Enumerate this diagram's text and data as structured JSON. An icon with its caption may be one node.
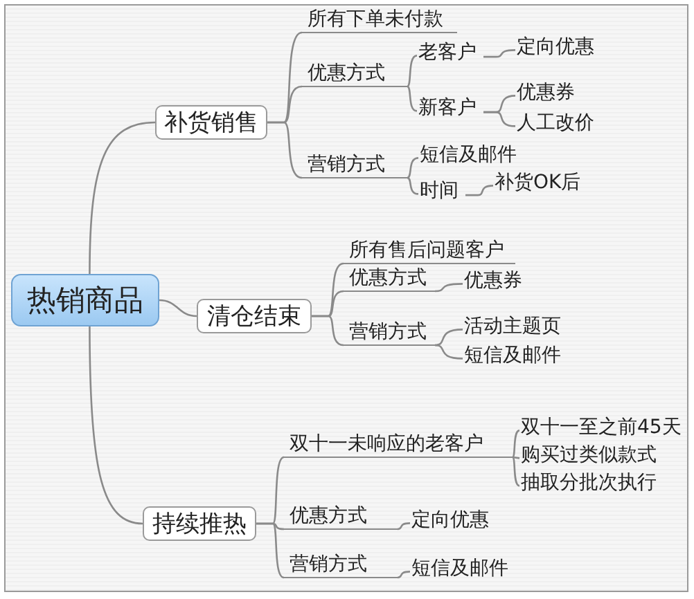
{
  "diagram": {
    "nodes": [
      {
        "text": [
          "热销商品"
        ]
      },
      {
        "text": [
          "补货销售"
        ]
      },
      {
        "text": [
          "所有下单未付款"
        ]
      },
      {
        "text": [
          "优惠方式"
        ]
      },
      {
        "text": [
          "老客户"
        ]
      },
      {
        "text": [
          "定向优惠"
        ]
      },
      {
        "text": [
          "新客户"
        ]
      },
      {
        "text": [
          "优惠券"
        ]
      },
      {
        "text": [
          "人工改价"
        ]
      },
      {
        "text": [
          "营销方式"
        ]
      },
      {
        "text": [
          "短信及邮件"
        ]
      },
      {
        "text": [
          "时间"
        ]
      },
      {
        "text": [
          "补货OK后"
        ]
      },
      {
        "text": [
          "清仓结束"
        ]
      },
      {
        "text": [
          "所有售后问题客户"
        ]
      },
      {
        "text": [
          "优惠方式"
        ]
      },
      {
        "text": [
          "优惠券"
        ]
      },
      {
        "text": [
          "营销方式"
        ]
      },
      {
        "text": [
          "活动主题页"
        ]
      },
      {
        "text": [
          "短信及邮件"
        ]
      },
      {
        "text": [
          "持续推热"
        ]
      },
      {
        "text": [
          "双十一未响应的老客户"
        ]
      },
      {
        "text": [
          "双十一至之前45天"
        ]
      },
      {
        "text": [
          "购买过类似款式"
        ]
      },
      {
        "text": [
          "抽取分批次执行"
        ]
      },
      {
        "text": [
          "优惠方式"
        ]
      },
      {
        "text": [
          "定向优惠"
        ]
      },
      {
        "text": [
          "营销方式"
        ]
      },
      {
        "text": [
          "短信及邮件"
        ]
      }
    ],
    "edges": [
      {
        "from": 0,
        "to": 1,
        "arrow": "none"
      },
      {
        "from": 0,
        "to": 13,
        "arrow": "none"
      },
      {
        "from": 0,
        "to": 20,
        "arrow": "none"
      },
      {
        "from": 1,
        "to": 2,
        "arrow": "none"
      },
      {
        "from": 1,
        "to": 3,
        "arrow": "none"
      },
      {
        "from": 1,
        "to": 9,
        "arrow": "none"
      },
      {
        "from": 3,
        "to": 4,
        "arrow": "none"
      },
      {
        "from": 3,
        "to": 6,
        "arrow": "none"
      },
      {
        "from": 4,
        "to": 5,
        "arrow": "none"
      },
      {
        "from": 6,
        "to": 7,
        "arrow": "none"
      },
      {
        "from": 6,
        "to": 8,
        "arrow": "none"
      },
      {
        "from": 9,
        "to": 10,
        "arrow": "none"
      },
      {
        "from": 9,
        "to": 11,
        "arrow": "none"
      },
      {
        "from": 11,
        "to": 12,
        "arrow": "none"
      },
      {
        "from": 13,
        "to": 14,
        "arrow": "none"
      },
      {
        "from": 13,
        "to": 15,
        "arrow": "none"
      },
      {
        "from": 13,
        "to": 17,
        "arrow": "none"
      },
      {
        "from": 15,
        "to": 16,
        "arrow": "none"
      },
      {
        "from": 17,
        "to": 18,
        "arrow": "none"
      },
      {
        "from": 17,
        "to": 19,
        "arrow": "none"
      },
      {
        "from": 20,
        "to": 21,
        "arrow": "none"
      },
      {
        "from": 20,
        "to": 25,
        "arrow": "none"
      },
      {
        "from": 20,
        "to": 27,
        "arrow": "none"
      },
      {
        "from": 21,
        "to": 22,
        "arrow": "none"
      },
      {
        "from": 21,
        "to": 23,
        "arrow": "none"
      },
      {
        "from": 21,
        "to": 24,
        "arrow": "none"
      },
      {
        "from": 25,
        "to": 26,
        "arrow": "none"
      },
      {
        "from": 27,
        "to": 28,
        "arrow": "none"
      }
    ]
  }
}
